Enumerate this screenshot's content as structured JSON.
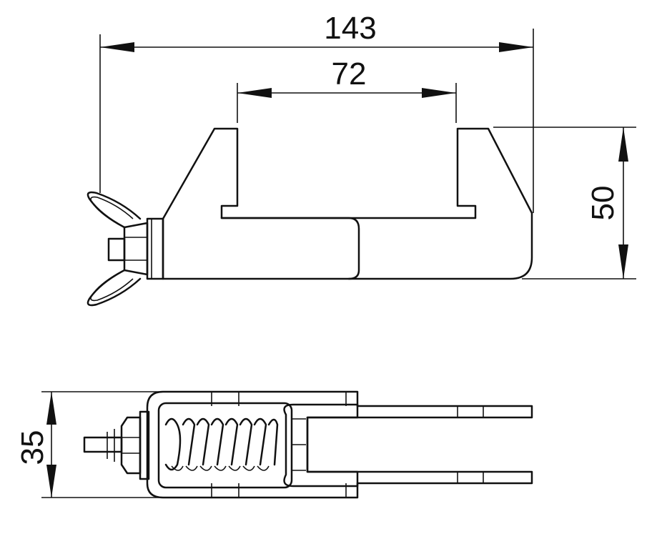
{
  "dimensions": {
    "overall_length": "143",
    "opening_width": "72",
    "height": "50",
    "thickness": "35"
  },
  "colors": {
    "line": "#111111",
    "background": "#ffffff"
  }
}
